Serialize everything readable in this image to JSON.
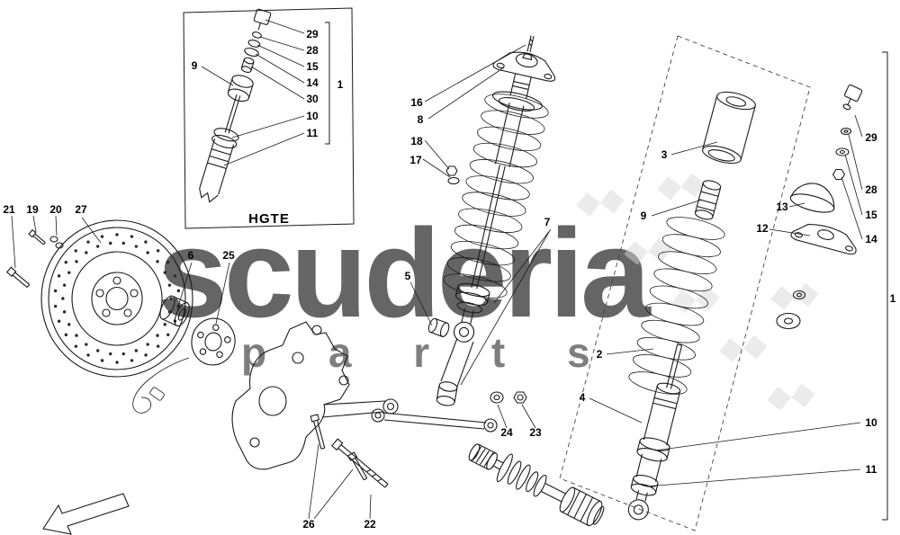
{
  "watermark": {
    "brand": "scuderia",
    "subtitle": "p a r t s",
    "color": "#eeb9b9"
  },
  "variant_label": "HGTE",
  "callouts": [
    "29",
    "28",
    "15",
    "14",
    "30",
    "10",
    "11",
    "9",
    "1",
    "21",
    "19",
    "20",
    "27",
    "6",
    "25",
    "16",
    "8",
    "18",
    "17",
    "5",
    "7",
    "3",
    "9",
    "13",
    "12",
    "2",
    "4",
    "29",
    "28",
    "15",
    "14",
    "1",
    "10",
    "11",
    "24",
    "23",
    "26",
    "22"
  ]
}
